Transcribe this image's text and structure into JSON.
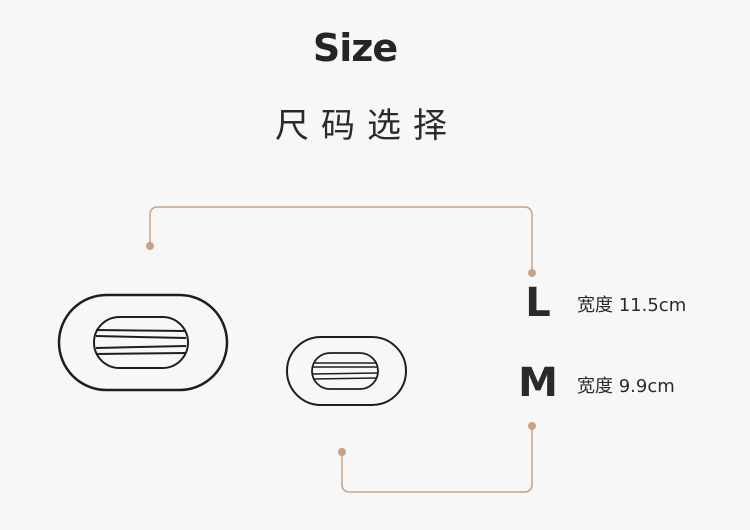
{
  "header": {
    "title": "Size",
    "subtitle": "尺码选择"
  },
  "sizes": [
    {
      "letter": "L",
      "label": "宽度 11.5cm"
    },
    {
      "letter": "M",
      "label": "宽度 9.9cm"
    }
  ],
  "colors": {
    "connector": "#c9a285",
    "outline": "#1e1e1e",
    "background": "#f7f7f7"
  }
}
